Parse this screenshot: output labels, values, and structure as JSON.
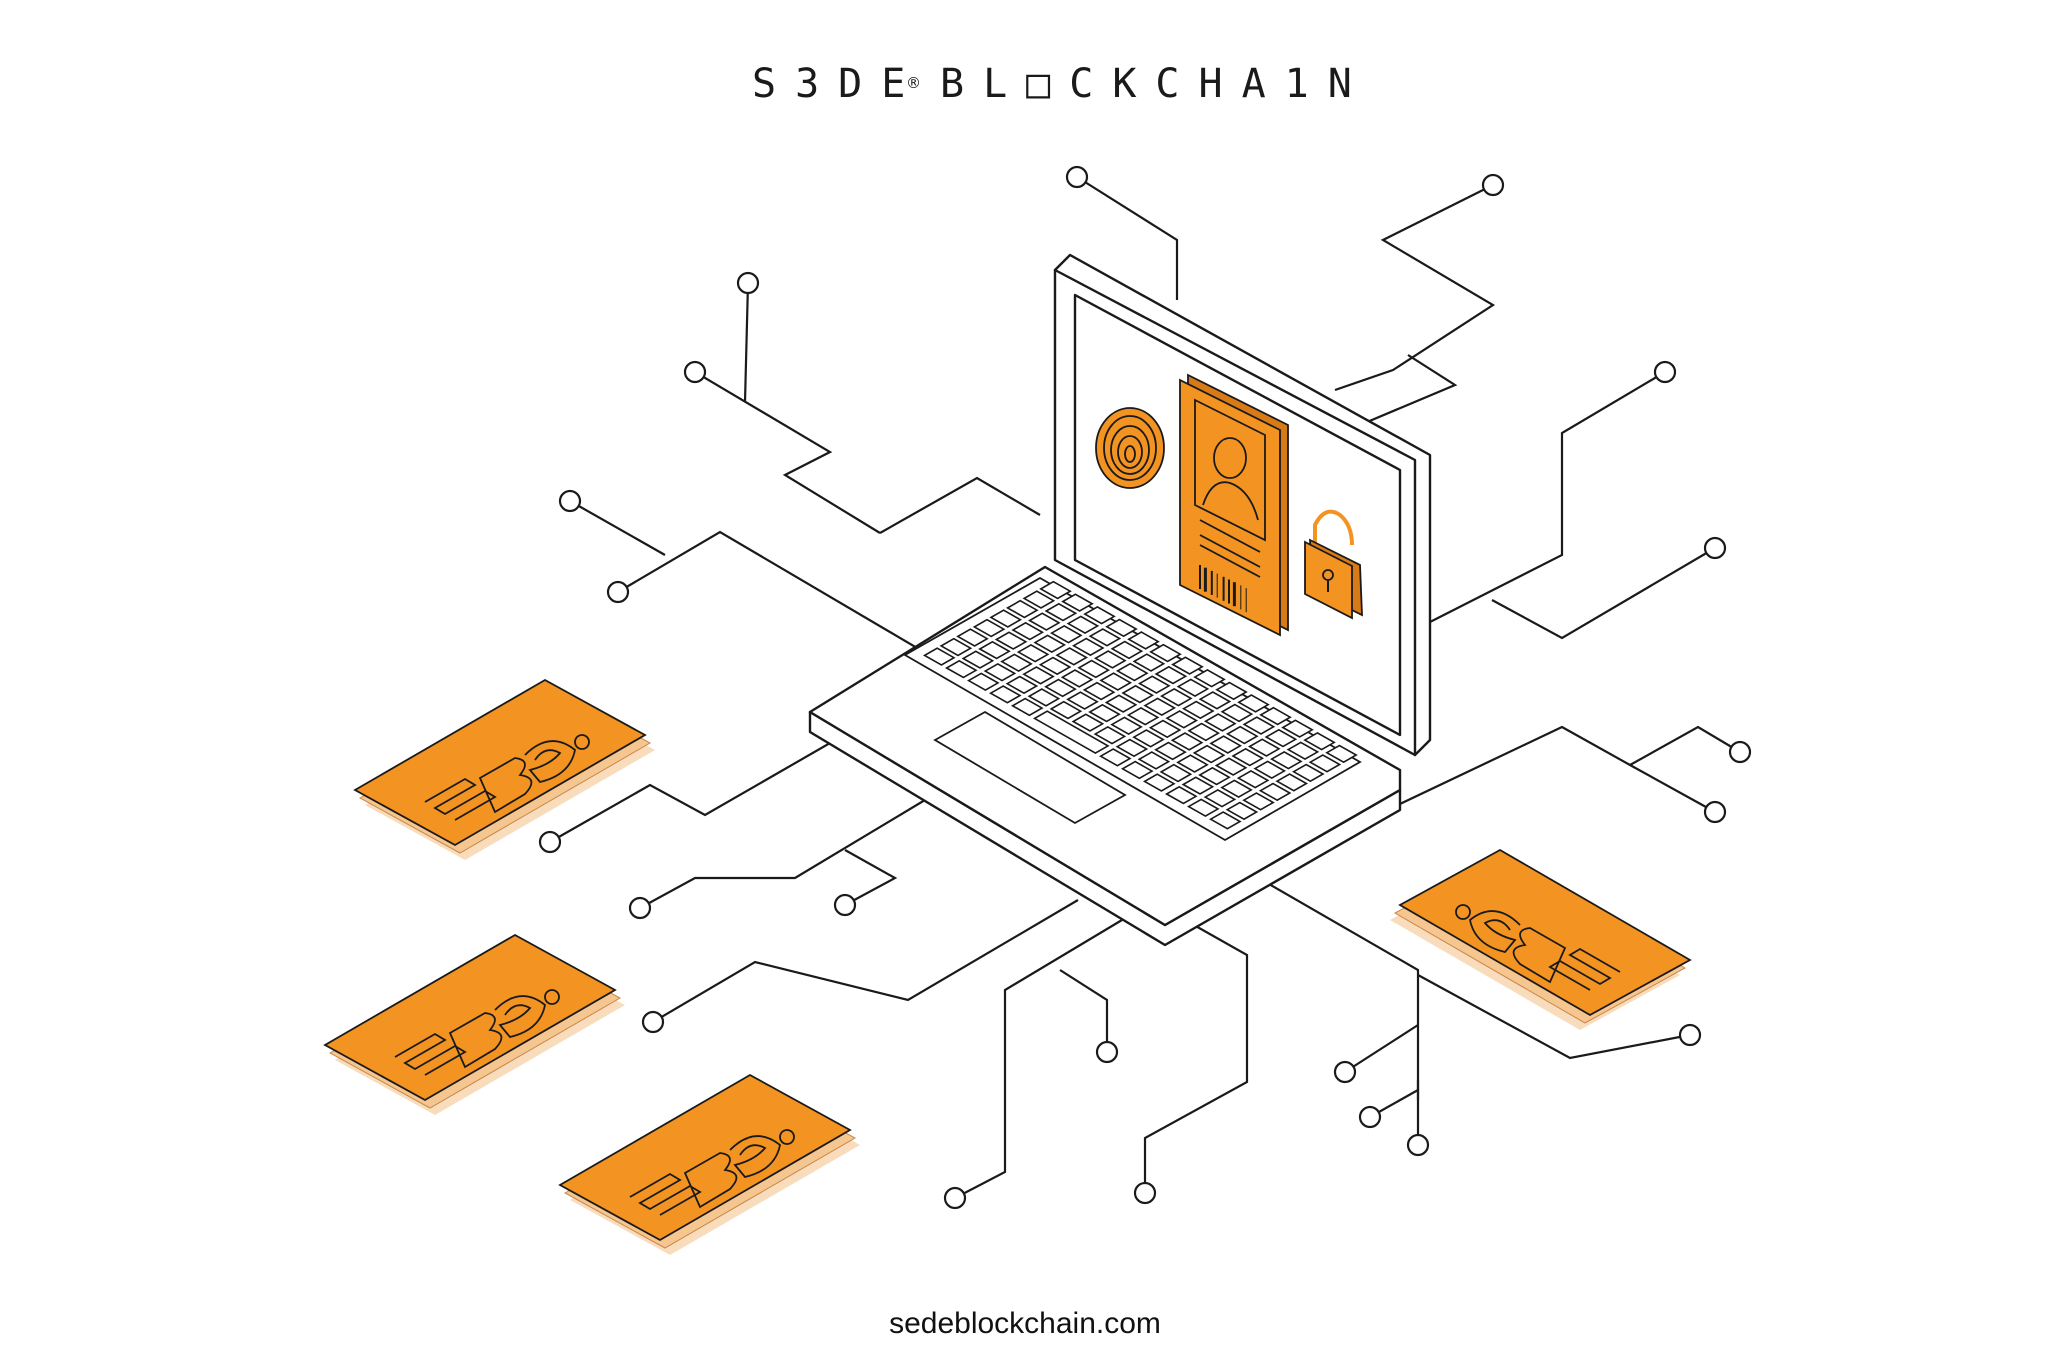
{
  "header": {
    "brand_left": "S3DE",
    "brand_mark": "®",
    "brand_right": "BL□CKCHA1N"
  },
  "footer": {
    "website": "sedeblockchain.com"
  },
  "colors": {
    "accent": "#f39322",
    "accent_shadow": "#f6c690",
    "line": "#1a1a1a",
    "background": "#ffffff"
  },
  "icons": [
    "fingerprint-icon",
    "id-card-icon",
    "padlock-icon",
    "barcode-icon",
    "laptop-icon"
  ]
}
